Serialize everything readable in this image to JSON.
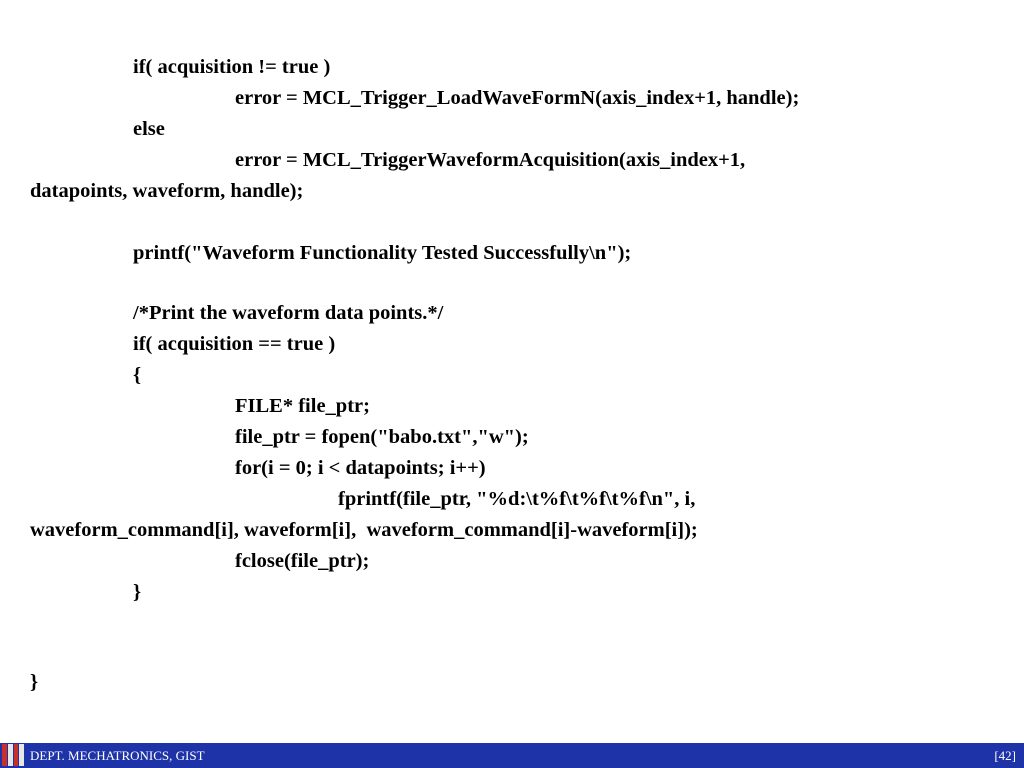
{
  "code_lines": [
    "if( acquisition != true )",
    "error = MCL_Trigger_LoadWaveFormN(axis_index+1, handle);",
    "else",
    "error = MCL_TriggerWaveformAcquisition(axis_index+1,",
    "datapoints, waveform, handle);",
    "printf(\"Waveform Functionality Tested Successfully\\n\");",
    "/*Print the waveform data points.*/",
    "if( acquisition == true )",
    "{",
    "FILE* file_ptr;",
    "file_ptr = fopen(\"babo.txt\",\"w\");",
    "for(i = 0; i < datapoints; i++)",
    "fprintf(file_ptr, \"%d:\\t%f\\t%f\\t%f\\n\", i,",
    "waveform_command[i], waveform[i],  waveform_command[i]-waveform[i]);",
    "fclose(file_ptr);",
    "}",
    "}"
  ],
  "footer": {
    "department": "DEPT. MECHATRONICS, GIST",
    "page_number": "[42]"
  }
}
